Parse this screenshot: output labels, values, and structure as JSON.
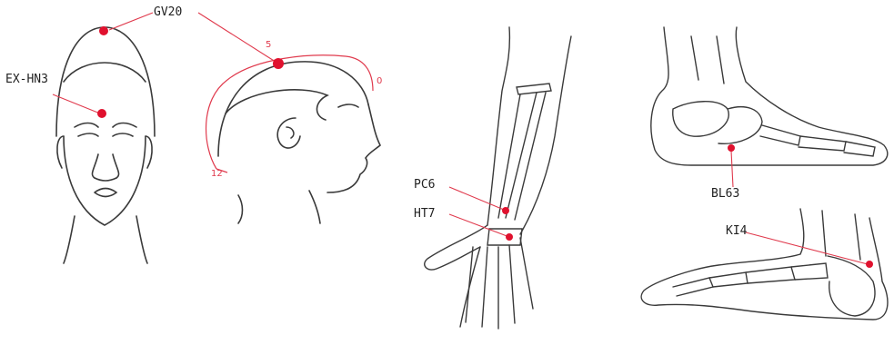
{
  "labels": {
    "gv20": "GV20",
    "exhn3": "EX-HN3",
    "pc6": "PC6",
    "ht7": "HT7",
    "bl63": "BL63",
    "ki4": "KI4"
  },
  "scale_marks": {
    "start": "0",
    "middle": "5",
    "end": "12"
  },
  "colors": {
    "outline": "#3a3a3a",
    "point": "#e0112e",
    "leader": "#e03a4d"
  }
}
